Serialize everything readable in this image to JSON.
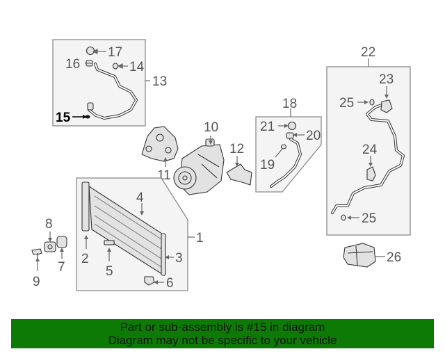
{
  "diagram": {
    "callouts": {
      "c1": "1",
      "c2": "2",
      "c3": "3",
      "c4": "4",
      "c5": "5",
      "c6": "6",
      "c7": "7",
      "c8": "8",
      "c9": "9",
      "c10": "10",
      "c11": "11",
      "c12": "12",
      "c13": "13",
      "c14": "14",
      "c15": "15",
      "c16": "16",
      "c17": "17",
      "c18": "18",
      "c19": "19",
      "c20": "20",
      "c21": "21",
      "c22": "22",
      "c23": "23",
      "c24": "24",
      "c25a": "25",
      "c25b": "25",
      "c26": "26"
    },
    "highlighted_callout": "15"
  },
  "banner": {
    "line1": "Part or sub-assembly is #15 in diagram",
    "line2": "Diagram may not be specific to your vehicle",
    "background": "#0d7a06"
  }
}
